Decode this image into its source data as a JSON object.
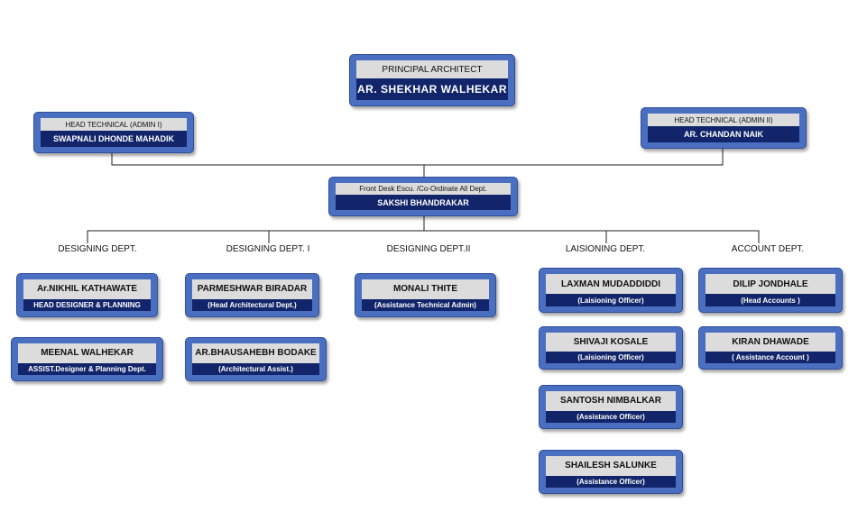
{
  "principal": {
    "title": "PRINCIPAL ARCHITECT",
    "name": "AR. SHEKHAR WALHEKAR"
  },
  "admin1": {
    "title": "HEAD TECHNICAL  (ADMIN I)",
    "name": "SWAPNALI DHONDE MAHADIK"
  },
  "admin2": {
    "title": "HEAD TECHNICAL  (ADMIN II)",
    "name": "AR. CHANDAN NAIK"
  },
  "frontdesk": {
    "title": "Front Desk Escu. /Co-Ordinate All Dept.",
    "name": "SAKSHI BHANDRAKAR"
  },
  "departments": [
    {
      "label": "DESIGNING DEPT.",
      "staff": [
        {
          "name": "Ar.NIKHIL KATHAWATE",
          "role": "HEAD DESIGNER & PLANNING"
        },
        {
          "name": "MEENAL WALHEKAR",
          "role": "ASSIST.Designer & Planning Dept."
        }
      ]
    },
    {
      "label": "DESIGNING DEPT. I",
      "staff": [
        {
          "name": "PARMESHWAR BIRADAR",
          "role": "(Head Architectural Dept.)"
        },
        {
          "name": "AR.BHAUSAHEBH BODAKE",
          "role": "(Architectural Assist.)"
        }
      ]
    },
    {
      "label": "DESIGNING DEPT.II",
      "staff": [
        {
          "name": "MONALI THITE",
          "role": "(Assistance Technical Admin)"
        }
      ]
    },
    {
      "label": "LAISIONING  DEPT.",
      "staff": [
        {
          "name": "LAXMAN MUDADDIDDI",
          "role": "(Laisioning Officer)"
        },
        {
          "name": "SHIVAJI KOSALE",
          "role": "(Laisioning Officer)"
        },
        {
          "name": "SANTOSH NIMBALKAR",
          "role": "(Assistance Officer)"
        },
        {
          "name": "SHAILESH SALUNKE",
          "role": "(Assistance Officer)"
        }
      ]
    },
    {
      "label": "ACCOUNT DEPT.",
      "staff": [
        {
          "name": "DILIP JONDHALE",
          "role": "(Head Accounts )"
        },
        {
          "name": "KIRAN DHAWADE",
          "role": "( Assistance Account )"
        }
      ]
    }
  ]
}
